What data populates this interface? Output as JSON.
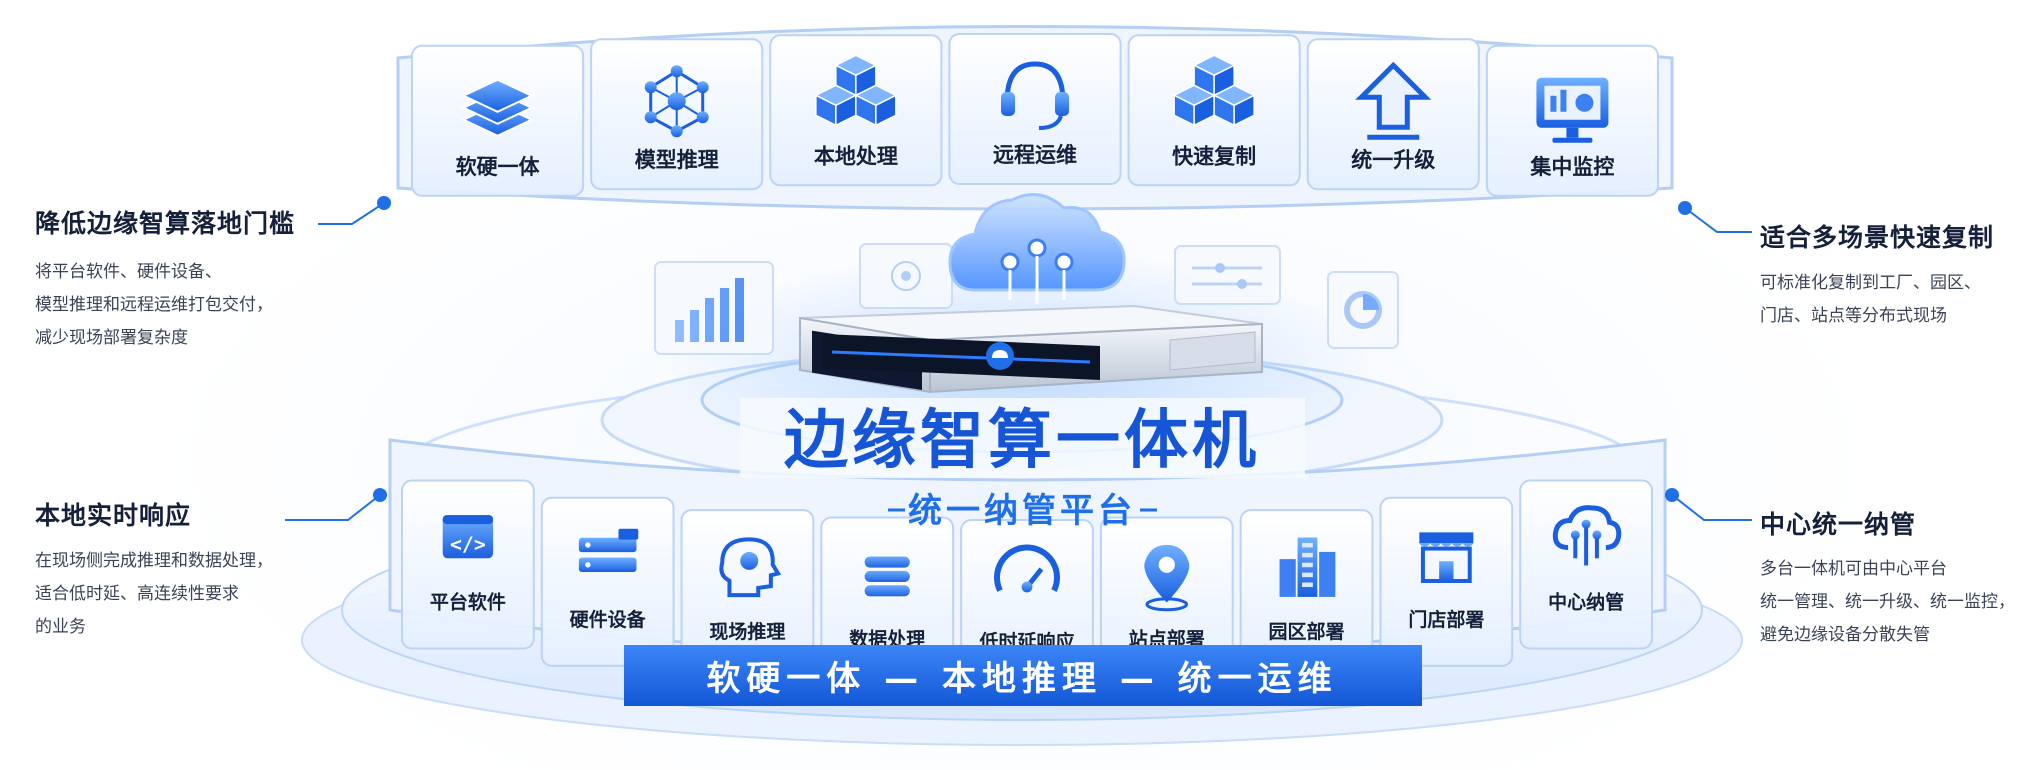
{
  "main_title": "边缘智算一体机",
  "platform_label": "统一纳管平台",
  "bottom_banner": "软硬一体 — 本地推理 — 统一运维",
  "top_ring": [
    {
      "label": "软硬一体",
      "icon": "layers-icon"
    },
    {
      "label": "模型推理",
      "icon": "network-icon"
    },
    {
      "label": "本地处理",
      "icon": "cubes-icon"
    },
    {
      "label": "远程运维",
      "icon": "headset-icon"
    },
    {
      "label": "快速复制",
      "icon": "cubes-stack-icon"
    },
    {
      "label": "统一升级",
      "icon": "upgrade-arrow-icon"
    },
    {
      "label": "集中监控",
      "icon": "monitor-icon"
    }
  ],
  "bottom_ring": [
    {
      "label": "平台软件",
      "icon": "code-window-icon"
    },
    {
      "label": "硬件设备",
      "icon": "server-icon"
    },
    {
      "label": "现场推理",
      "icon": "ai-head-icon"
    },
    {
      "label": "数据处理",
      "icon": "database-icon"
    },
    {
      "label": "低时延响应",
      "icon": "gauge-icon"
    },
    {
      "label": "站点部署",
      "icon": "location-pin-icon"
    },
    {
      "label": "园区部署",
      "icon": "buildings-icon"
    },
    {
      "label": "门店部署",
      "icon": "store-icon"
    },
    {
      "label": "中心纳管",
      "icon": "cloud-tree-icon"
    }
  ],
  "left_notes": [
    {
      "title": "降低边缘智算落地门槛",
      "lines": [
        "将平台软件、硬件设备、",
        "模型推理和远程运维打包交付，",
        "减少现场部署复杂度"
      ]
    },
    {
      "title": "本地实时响应",
      "lines": [
        "在现场侧完成推理和数据处理，",
        "适合低时延、高连续性要求",
        "的业务"
      ]
    }
  ],
  "right_notes": [
    {
      "title": "适合多场景快速复制",
      "lines": [
        "可标准化复制到工厂、园区、",
        "门店、站点等分布式现场"
      ]
    },
    {
      "title": "中心统一纳管",
      "lines": [
        "多台一体机可由中心平台",
        "统一管理、统一升级、统一监控，",
        "避免边缘设备分散失管"
      ]
    }
  ],
  "colors": {
    "accent": "#1f6fe8",
    "accent_light": "#6fa8ff",
    "title_blue": "#1655d6",
    "text_dark": "#15203a",
    "text_body": "#3a4356"
  }
}
